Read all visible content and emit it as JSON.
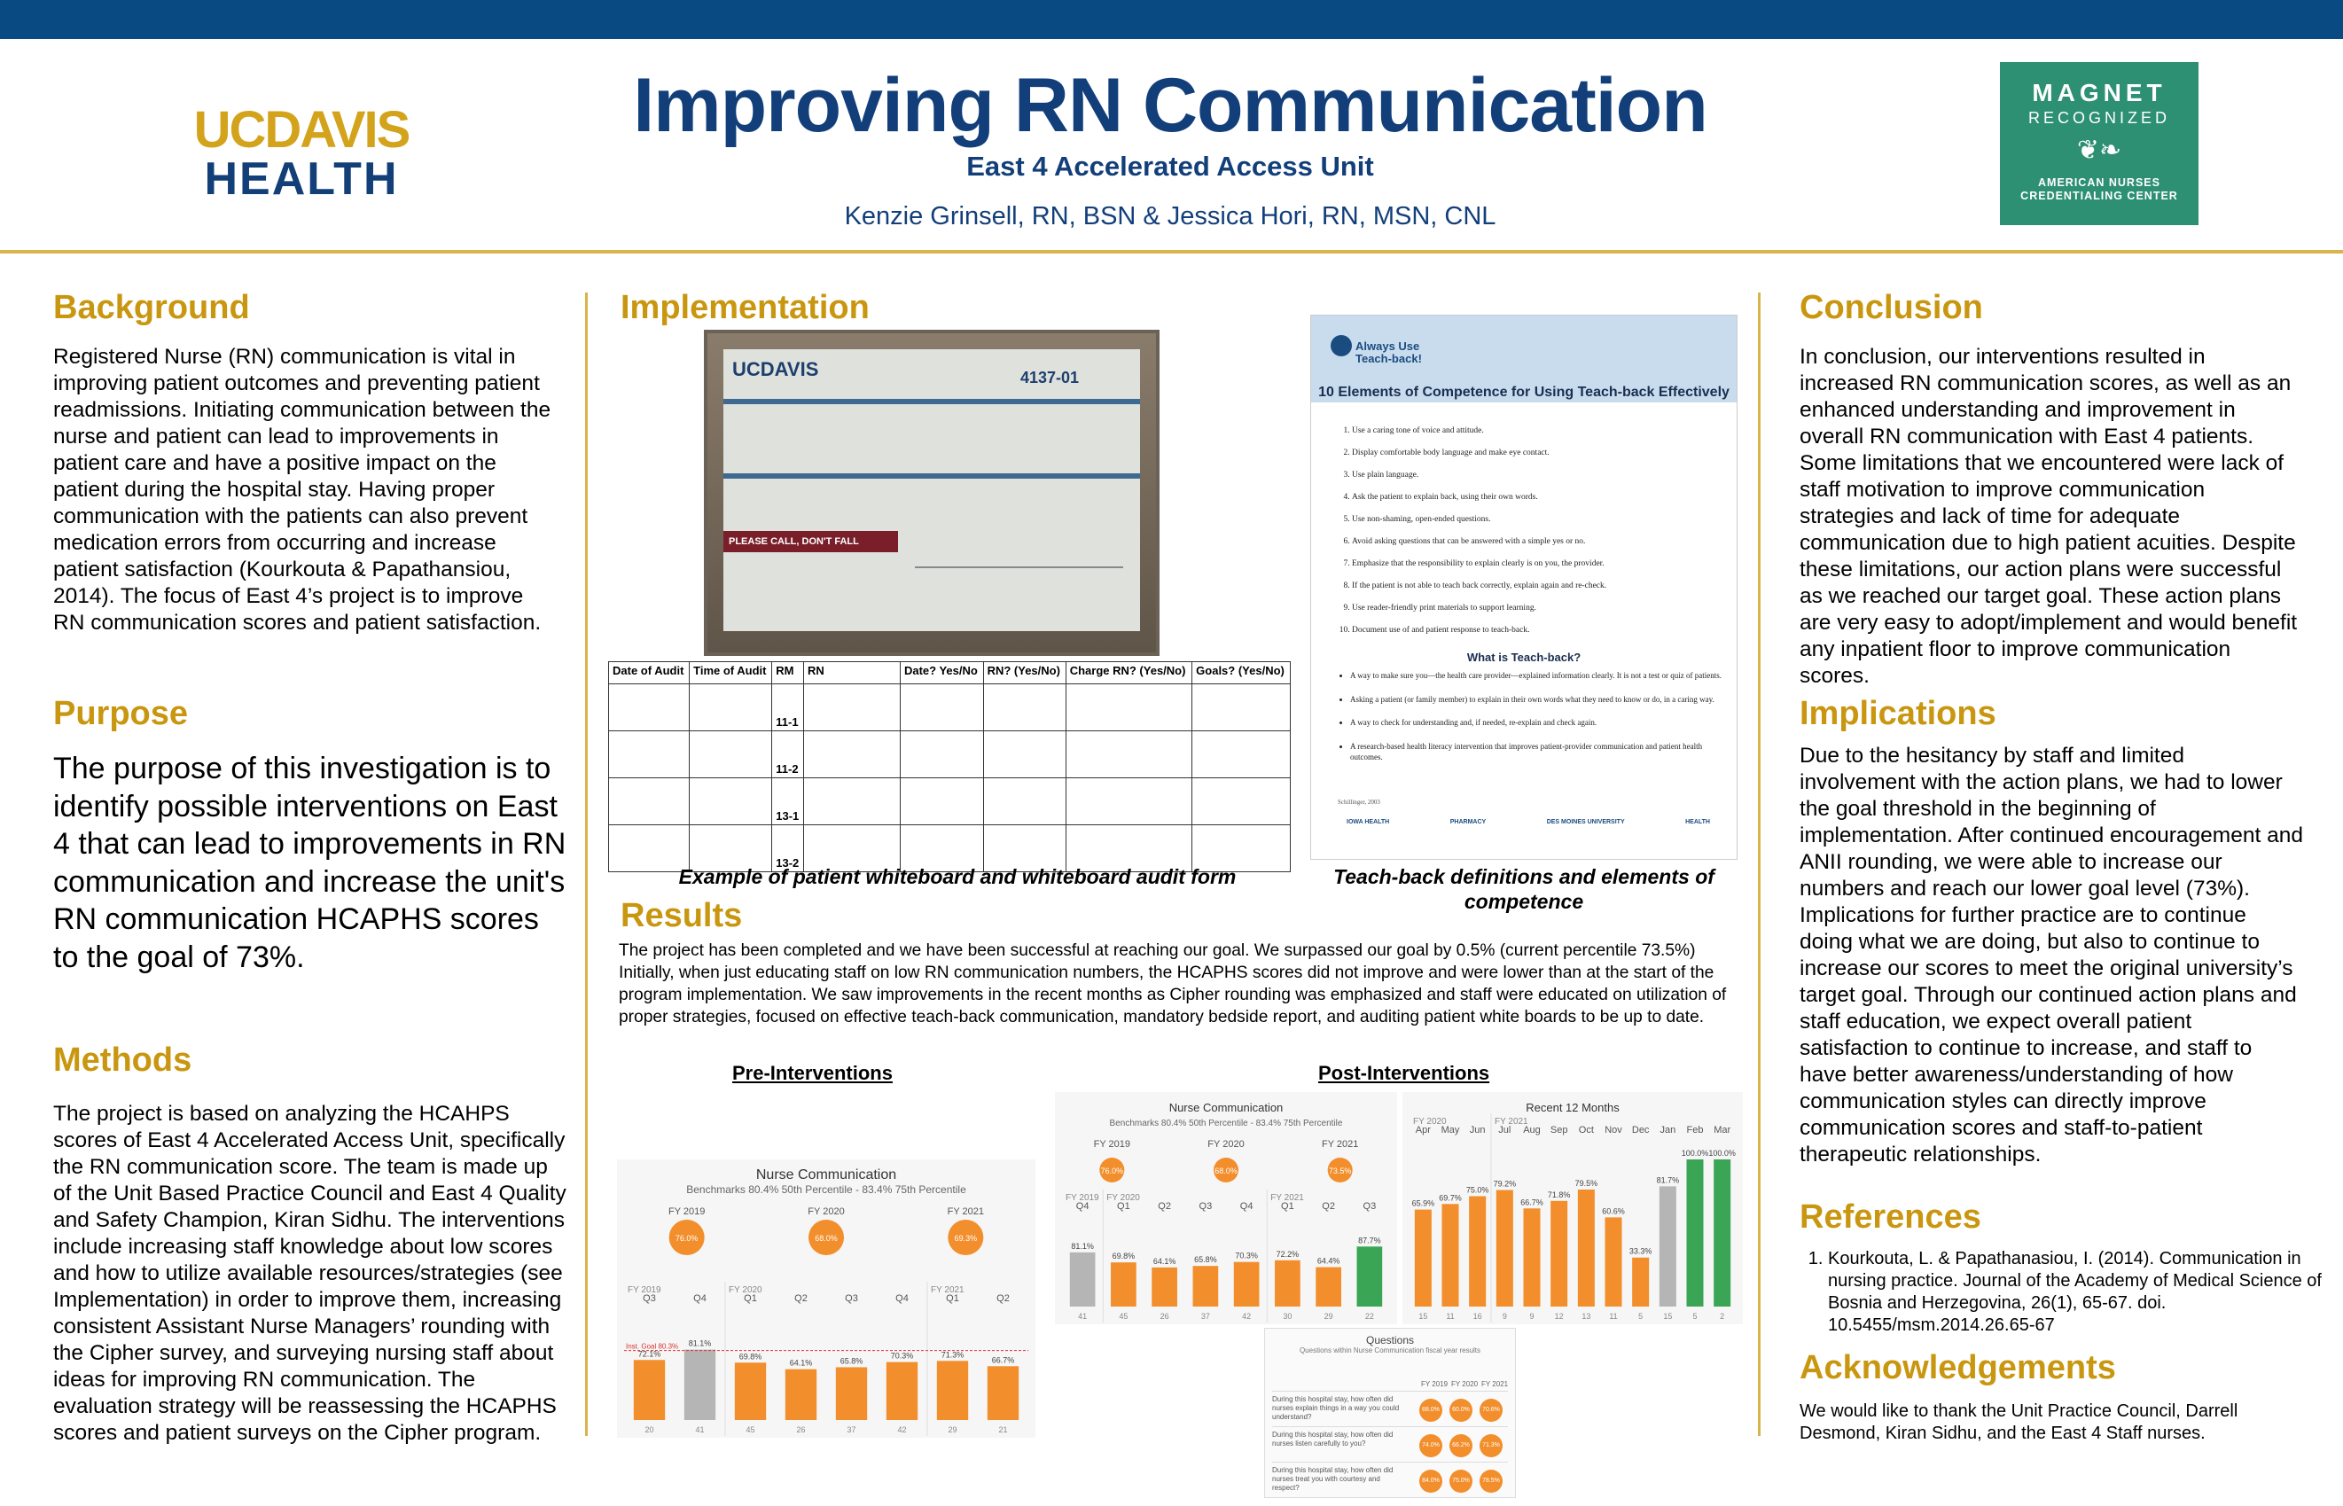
{
  "header": {
    "logo_line1": "UCDAVIS",
    "logo_line2": "HEALTH",
    "title": "Improving RN Communication",
    "subtitle": "East 4 Accelerated Access Unit",
    "authors": "Kenzie Grinsell, RN, BSN & Jessica Hori, RN, MSN, CNL",
    "magnet_line1": "MAGNET",
    "magnet_line2": "RECOGNIZED",
    "magnet_line3": "AMERICAN NURSES",
    "magnet_line4": "CREDENTIALING CENTER"
  },
  "background": {
    "heading": "Background",
    "text": "Registered Nurse (RN) communication is vital in improving patient outcomes and preventing patient readmissions. Initiating communication between the nurse and patient can lead to improvements in patient care and have a positive impact on the patient during the hospital stay. Having proper communication with the patients can also prevent medication errors from occurring and increase patient satisfaction (Kourkouta & Papathansiou, 2014). The focus of East 4’s project is to improve RN communication scores and patient satisfaction."
  },
  "purpose": {
    "heading": "Purpose",
    "text": "The purpose of this investigation is to identify possible interventions on East 4 that can lead to improvements in RN communication and increase the unit's RN communication HCAPHS scores to the goal of 73%."
  },
  "methods": {
    "heading": "Methods",
    "text": "The project is based on analyzing the HCAHPS scores of East 4 Accelerated Access Unit, specifically the RN communication score. The team is made up of the Unit Based Practice Council and East 4 Quality and Safety Champion, Kiran Sidhu. The interventions include increasing staff knowledge about low scores and how to utilize available resources/strategies (see Implementation) in order to improve them, increasing consistent Assistant Nurse Managers’ rounding with the Cipher survey, and surveying nursing staff about ideas for improving RN communication. The evaluation strategy will be reassessing the HCAPHS scores and patient surveys on the Cipher program."
  },
  "implementation": {
    "heading": "Implementation",
    "board_brand": "UCDAVIS",
    "board_room": "4137-01",
    "board_banner": "PLEASE CALL, DON'T FALL",
    "audit_headers": [
      "Date of Audit",
      "Time of Audit",
      "RM",
      "RN",
      "Date? Yes/No",
      "RN? (Yes/No)",
      "Charge RN? (Yes/No)",
      "Goals? (Yes/No)"
    ],
    "audit_rooms": [
      "11-1",
      "11-2",
      "13-1",
      "13-2"
    ],
    "caption_left": "Example of patient whiteboard and whiteboard audit form",
    "caption_right": "Teach-back definitions and elements of competence",
    "teach_logo": "Always Use Teach-back!",
    "teach_title": "10 Elements of Competence for Using Teach-back Effectively",
    "teach_items": [
      "Use a caring tone of voice and attitude.",
      "Display comfortable body language and make eye contact.",
      "Use plain language.",
      "Ask the patient to explain back, using their own words.",
      "Use non-shaming, open-ended questions.",
      "Avoid asking questions that can be answered with a simple yes or no.",
      "Emphasize that the responsibility to explain clearly is on you, the provider.",
      "If the patient is not able to teach back correctly, explain again and re-check.",
      "Use reader-friendly print materials to support learning.",
      "Document use of and patient response to teach-back."
    ],
    "what_title": "What is Teach-back?",
    "what_items": [
      "A way to make sure you—the health care provider—explained information clearly. It is not a test or quiz of patients.",
      "Asking a patient (or family member) to explain in their own words what they need to know or do, in a caring way.",
      "A way to check for understanding and, if needed, re-explain and check again.",
      "A research-based health literacy intervention that improves patient-provider communication and patient health outcomes."
    ],
    "teach_cite": "Schillinger, 2003",
    "teach_logos": [
      "IOWA HEALTH",
      "PHARMACY",
      "DES MOINES UNIVERSITY",
      "HEALTH"
    ]
  },
  "results": {
    "heading": "Results",
    "text": "The project has been completed and we have been successful at reaching our goal. We surpassed our goal by 0.5% (current percentile 73.5%) Initially, when just educating staff on low RN communication numbers, the HCAPHS scores did not improve and were lower than at the start of the program implementation. We saw improvements in the recent months as Cipher rounding was emphasized and staff were educated on utilization of proper strategies, focused on effective teach-back communication, mandatory bedside report, and auditing patient white boards to be up to date.",
    "pre_label": "Pre-Interventions",
    "post_label": "Post-Interventions"
  },
  "chart_data": [
    {
      "type": "bar",
      "title": "Nurse Communication",
      "subtitle": "Benchmarks 80.4% 50th Percentile - 83.4% 75th Percentile",
      "fy_summary": [
        {
          "fy": "FY 2019",
          "value": "76.0%"
        },
        {
          "fy": "FY 2020",
          "value": "68.0%"
        },
        {
          "fy": "FY 2021",
          "value": "69.3%"
        }
      ],
      "groups": [
        "FY 2019",
        "FY 2019",
        "FY 2020",
        "FY 2020",
        "FY 2020",
        "FY 2020",
        "FY 2021",
        "FY 2021"
      ],
      "categories": [
        "Q3",
        "Q4",
        "Q1",
        "Q2",
        "Q3",
        "Q4",
        "Q1",
        "Q2"
      ],
      "values": [
        72.1,
        81.1,
        69.8,
        64.1,
        65.8,
        70.3,
        71.3,
        66.7
      ],
      "labels": [
        "72.1%",
        "81.1%",
        "69.8%",
        "64.1%",
        "65.8%",
        "70.3%",
        "71.3%",
        "66.7%"
      ],
      "n": [
        20,
        41,
        45,
        26,
        37,
        42,
        29,
        21
      ],
      "colors": [
        "#f28e2b",
        "#b5b5b5",
        "#f28e2b",
        "#f28e2b",
        "#f28e2b",
        "#f28e2b",
        "#f28e2b",
        "#f28e2b"
      ],
      "goal_label": "Inst. Goal 80.3%"
    },
    {
      "type": "bar",
      "title": "Nurse Communication",
      "subtitle": "Benchmarks 80.4% 50th Percentile - 83.4% 75th Percentile",
      "fy_summary": [
        {
          "fy": "FY 2019",
          "value": "76.0%"
        },
        {
          "fy": "FY 2020",
          "value": "68.0%"
        },
        {
          "fy": "FY 2021",
          "value": "73.5%"
        }
      ],
      "groups": [
        "FY 2019",
        "FY 2020",
        "FY 2020",
        "FY 2020",
        "FY 2020",
        "FY 2021",
        "FY 2021",
        "FY 2021"
      ],
      "categories": [
        "Q4",
        "Q1",
        "Q2",
        "Q3",
        "Q4",
        "Q1",
        "Q2",
        "Q3"
      ],
      "values": [
        81.1,
        69.8,
        64.1,
        65.8,
        70.3,
        72.2,
        64.4,
        87.7
      ],
      "labels": [
        "81.1%",
        "69.8%",
        "64.1%",
        "65.8%",
        "70.3%",
        "72.2%",
        "64.4%",
        "87.7%"
      ],
      "n": [
        41,
        45,
        26,
        37,
        42,
        30,
        29,
        22
      ],
      "colors": [
        "#b5b5b5",
        "#f28e2b",
        "#f28e2b",
        "#f28e2b",
        "#f28e2b",
        "#f28e2b",
        "#f28e2b",
        "#3aa655"
      ]
    },
    {
      "type": "bar",
      "title": "Recent 12 Months",
      "groups": [
        "FY 2020",
        "FY 2020",
        "FY 2020",
        "FY 2021",
        "FY 2021",
        "FY 2021",
        "FY 2021",
        "FY 2021",
        "FY 2021",
        "FY 2021",
        "FY 2021",
        "FY 2021"
      ],
      "categories": [
        "Apr",
        "May",
        "Jun",
        "Jul",
        "Aug",
        "Sep",
        "Oct",
        "Nov",
        "Dec",
        "Jan",
        "Feb",
        "Mar"
      ],
      "values": [
        65.9,
        69.7,
        75.0,
        79.2,
        66.7,
        71.8,
        79.5,
        60.6,
        33.3,
        81.7,
        100.0,
        100.0
      ],
      "labels": [
        "65.9%",
        "69.7%",
        "75.0%",
        "79.2%",
        "66.7%",
        "71.8%",
        "79.5%",
        "60.6%",
        "33.3%",
        "81.7%",
        "100.0%",
        "100.0%"
      ],
      "n": [
        15,
        11,
        16,
        9,
        9,
        12,
        13,
        11,
        5,
        15,
        5,
        2
      ],
      "colors": [
        "#f28e2b",
        "#f28e2b",
        "#f28e2b",
        "#f28e2b",
        "#f28e2b",
        "#f28e2b",
        "#f28e2b",
        "#f28e2b",
        "#f28e2b",
        "#b5b5b5",
        "#3aa655",
        "#3aa655"
      ],
      "ylim": [
        0,
        100
      ]
    }
  ],
  "questions_panel": {
    "title": "Questions",
    "subtitle": "Questions within Nurse Communication fiscal year results",
    "years": [
      "FY 2019",
      "FY 2020",
      "FY 2021"
    ],
    "rows": [
      {
        "q": "During this hospital stay, how often did nurses explain things in a way you could understand?",
        "v": [
          "68.0%",
          "60.0%",
          "70.6%"
        ]
      },
      {
        "q": "During this hospital stay, how often did nurses listen carefully to you?",
        "v": [
          "74.0%",
          "66.2%",
          "71.3%"
        ]
      },
      {
        "q": "During this hospital stay, how often did nurses treat you with courtesy and respect?",
        "v": [
          "84.0%",
          "75.0%",
          "78.5%"
        ]
      }
    ]
  },
  "conclusion": {
    "heading": "Conclusion",
    "text": "In conclusion, our interventions resulted in increased RN communication scores, as well as an enhanced understanding and improvement in overall RN communication with East 4 patients. Some limitations that we encountered were lack of staff motivation to improve communication strategies and lack of time for adequate communication due to high patient acuities. Despite these limitations, our action plans were successful as we reached our target goal. These action plans are very easy to adopt/implement and would benefit any inpatient floor to improve communication scores."
  },
  "implications": {
    "heading": "Implications",
    "text": "Due to the hesitancy by staff and limited involvement with the action plans, we had to lower the goal threshold in the beginning of implementation. After continued encouragement and ANII rounding, we were able to increase our numbers and reach our lower goal level (73%). Implications for further practice are to continue doing what we are doing, but also to continue to increase our scores to meet the original university’s target goal. Through our continued action plans and staff education, we expect overall patient satisfaction to continue to increase, and staff to have better awareness/understanding of how communication styles can directly improve communication scores and staff-to-patient therapeutic relationships."
  },
  "references": {
    "heading": "References",
    "items": [
      "Kourkouta, L. & Papathanasiou, I. (2014). Communication in nursing practice. Journal of the Academy of Medical Science of Bosnia and Herzegovina, 26(1), 65-67. doi. 10.5455/msm.2014.26.65-67"
    ]
  },
  "acknowledgements": {
    "heading": "Acknowledgements",
    "text": "We would like to thank the Unit Practice Council, Darrell Desmond, Kiran Sidhu, and the East 4 Staff nurses."
  }
}
